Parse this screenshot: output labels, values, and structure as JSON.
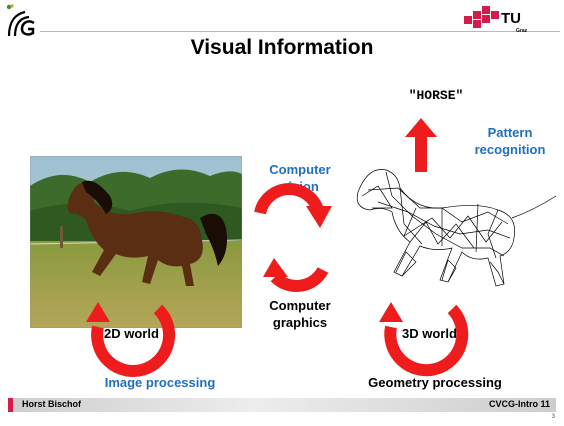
{
  "slide": {
    "title": "Visual Information",
    "logo_text": "TU",
    "logo_subtext": "Graz",
    "output_label": "\"HORSE\"",
    "pattern_recognition": [
      "Pattern",
      "recognition"
    ],
    "computer_vision": [
      "Computer",
      "vision"
    ],
    "computer_graphics": [
      "Computer",
      "graphics"
    ],
    "world_2d": "2D world",
    "world_3d": "3D world",
    "image_processing": "Image processing",
    "geometry_processing": "Geometry processing"
  },
  "footer": {
    "author": "Horst Bischof",
    "course": "CVCG-Intro 11",
    "page_number": "3"
  },
  "colors": {
    "accent_blue": "#1f6fc2",
    "arrow_red": "#ee1c1c",
    "tug_red": "#d21d4b"
  },
  "icons": [
    "tu-graz-logo",
    "institute-logo",
    "curved-arrow",
    "up-arrow",
    "horse-photo",
    "wireframe-horse"
  ]
}
